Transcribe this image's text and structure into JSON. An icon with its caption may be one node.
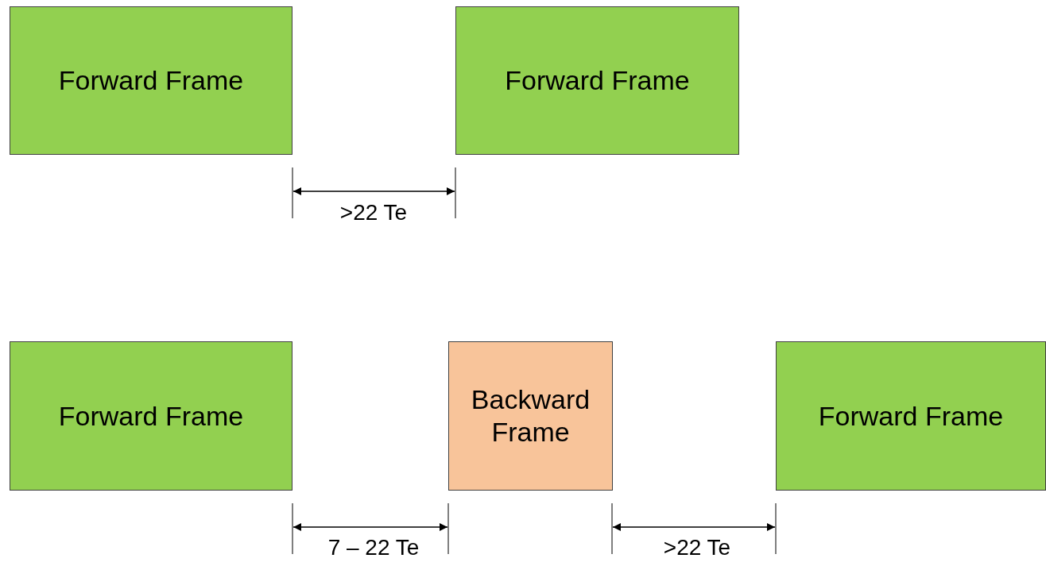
{
  "diagram": {
    "nodes": [
      {
        "text": [
          "Forward Frame"
        ]
      },
      {
        "text": [
          "Forward Frame"
        ]
      },
      {
        "text": [
          "Forward Frame"
        ]
      },
      {
        "text": [
          "Backward Frame"
        ]
      },
      {
        "text": [
          "Forward Frame"
        ]
      }
    ],
    "labels": [
      ">22 Te",
      "7 – 22 Te",
      ">22 Te"
    ]
  }
}
